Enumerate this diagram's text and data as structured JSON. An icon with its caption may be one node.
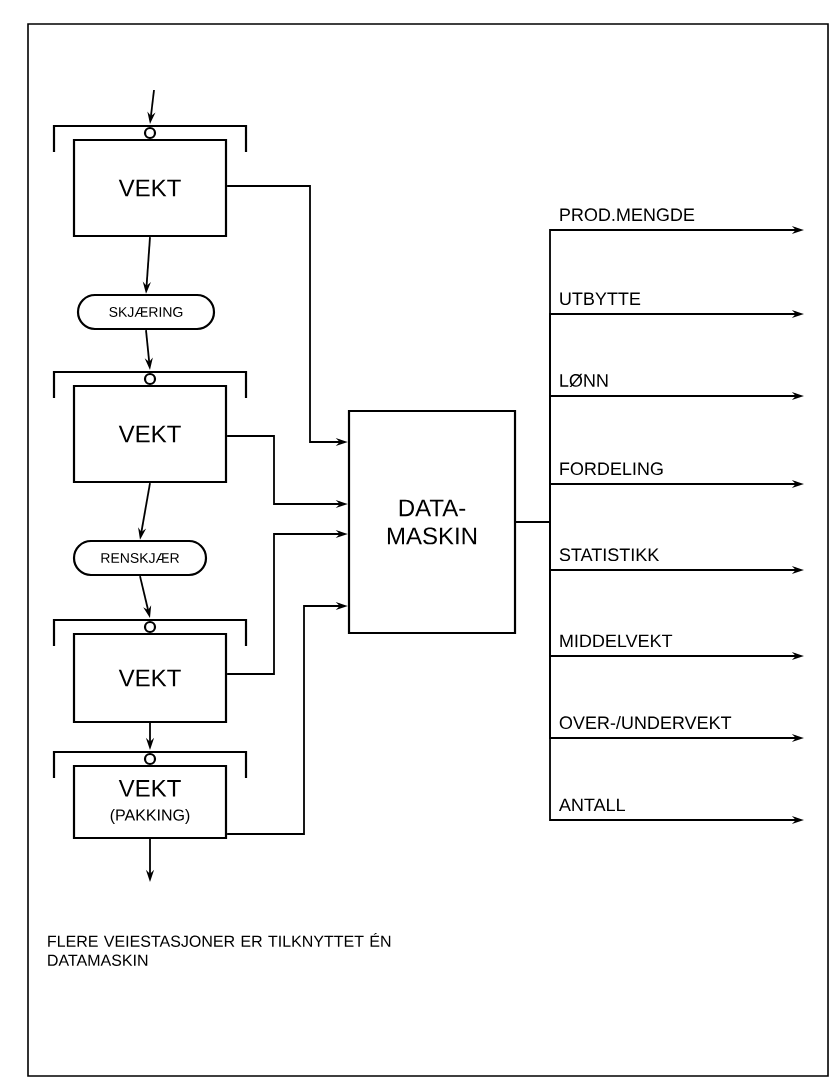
{
  "diagram": {
    "caption": "FLERE VEIESTASJONER ER TILKNYTTET ÉN DATAMASKIN",
    "nodes": [
      {
        "text": [
          "VEKT"
        ]
      },
      {
        "text": [
          "SKJÆRING"
        ]
      },
      {
        "text": [
          "VEKT"
        ]
      },
      {
        "text": [
          "RENSKJÆR"
        ]
      },
      {
        "text": [
          "VEKT"
        ]
      },
      {
        "text": [
          "VEKT",
          "(PAKKING)"
        ]
      },
      {
        "text": [
          "DATA- MASKIN"
        ]
      }
    ],
    "edges": [
      {
        "from": null,
        "to": 0,
        "arrow": "to"
      },
      {
        "from": 0,
        "to": 1,
        "arrow": "to"
      },
      {
        "from": 1,
        "to": 2,
        "arrow": "to"
      },
      {
        "from": 2,
        "to": 3,
        "arrow": "to"
      },
      {
        "from": 3,
        "to": 4,
        "arrow": "to"
      },
      {
        "from": 4,
        "to": 5,
        "arrow": "to"
      },
      {
        "from": 5,
        "to": null,
        "arrow": "to"
      },
      {
        "from": 0,
        "to": 6,
        "arrow": "to"
      },
      {
        "from": 2,
        "to": 6,
        "arrow": "to"
      },
      {
        "from": 4,
        "to": 6,
        "arrow": "to"
      },
      {
        "from": 5,
        "to": 6,
        "arrow": "to"
      },
      {
        "from": 6,
        "to": null,
        "arrow": "to",
        "label": "PROD.MENGDE"
      },
      {
        "from": 6,
        "to": null,
        "arrow": "to",
        "label": "UTBYTTE"
      },
      {
        "from": 6,
        "to": null,
        "arrow": "to",
        "label": "LØNN"
      },
      {
        "from": 6,
        "to": null,
        "arrow": "to",
        "label": "FORDELING"
      },
      {
        "from": 6,
        "to": null,
        "arrow": "to",
        "label": "STATISTIKK"
      },
      {
        "from": 6,
        "to": null,
        "arrow": "to",
        "label": "MIDDELVEKT"
      },
      {
        "from": 6,
        "to": null,
        "arrow": "to",
        "label": "OVER-/UNDERVEKT"
      },
      {
        "from": 6,
        "to": null,
        "arrow": "to",
        "label": "ANTALL"
      }
    ]
  }
}
